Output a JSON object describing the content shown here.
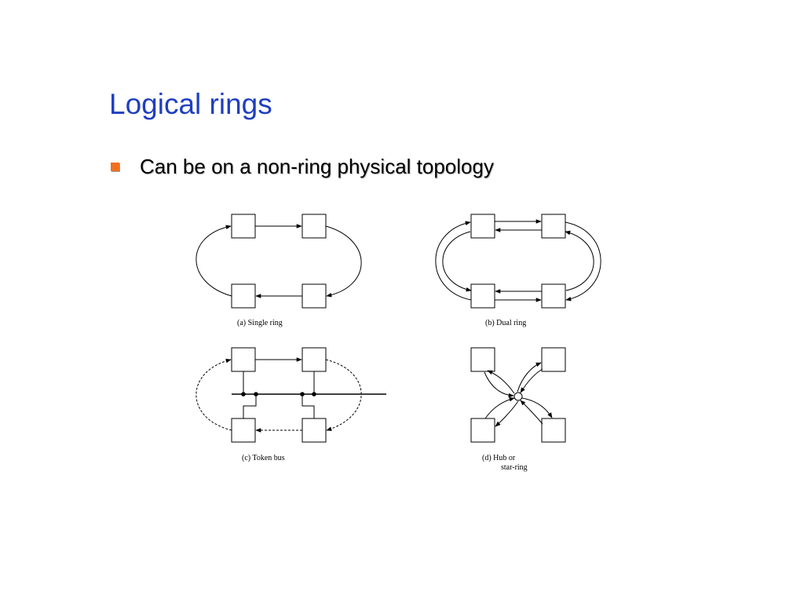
{
  "slide": {
    "title": "Logical rings",
    "bullets": [
      {
        "text": "Can be on a non-ring physical topology"
      }
    ]
  },
  "figure": {
    "captions": {
      "a": "(a)  Single ring",
      "b": "(b)  Dual ring",
      "c": "(c)  Token bus",
      "d_line1": "(d)  Hub or",
      "d_line2": "star-ring"
    }
  },
  "colors": {
    "title": "#1f3fbf",
    "bullet": "#f07020",
    "diagram": "#000000"
  }
}
